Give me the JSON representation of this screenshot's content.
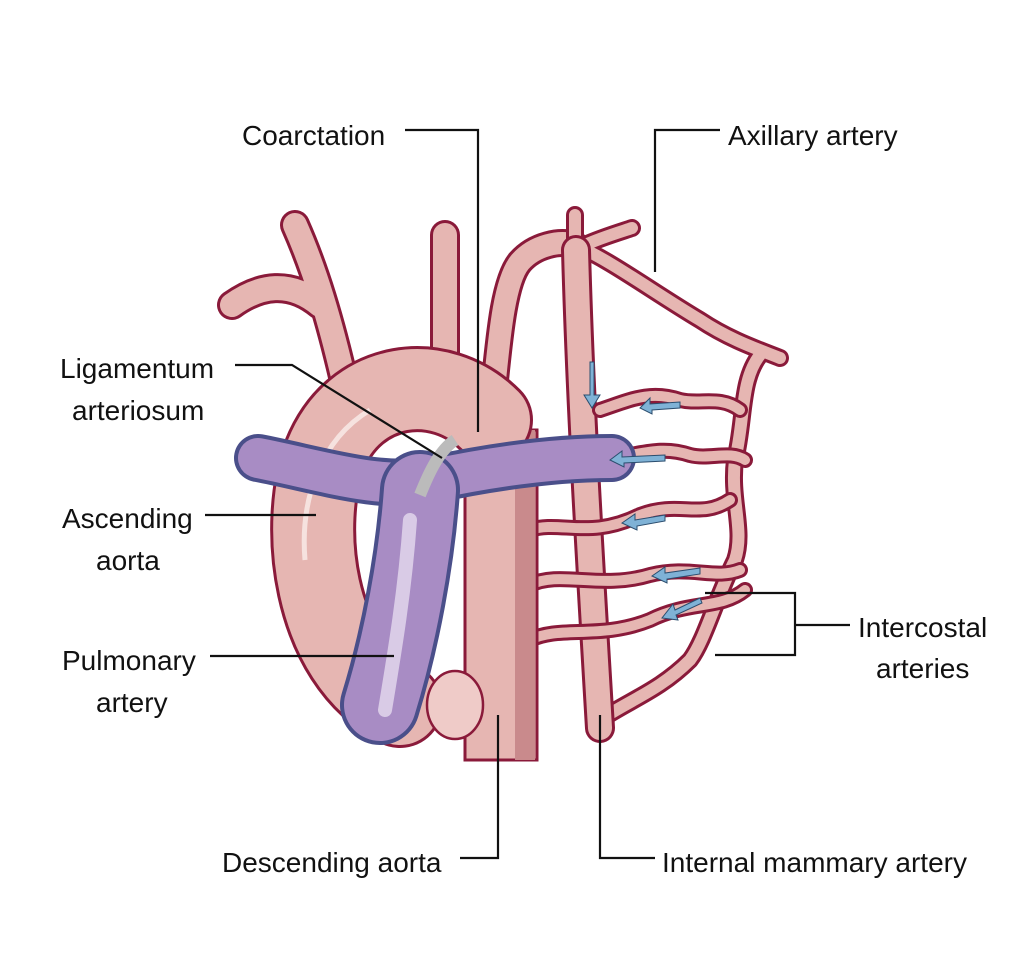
{
  "labels": {
    "coarctation": "Coarctation",
    "axillary": "Axillary artery",
    "ligamentum_1": "Ligamentum",
    "ligamentum_2": "arteriosum",
    "ascending_1": "Ascending",
    "ascending_2": "aorta",
    "pulmonary_1": "Pulmonary",
    "pulmonary_2": "artery",
    "descending": "Descending aorta",
    "internal_mammary": "Internal mammary artery",
    "intercostal_1": "Intercostal",
    "intercostal_2": "arteries"
  },
  "colors": {
    "artery": "#e6b6b2",
    "artery_outline": "#8a1a3a",
    "pulmonary": "#a88cc4",
    "flow_arrow": "#7fb2d6"
  }
}
